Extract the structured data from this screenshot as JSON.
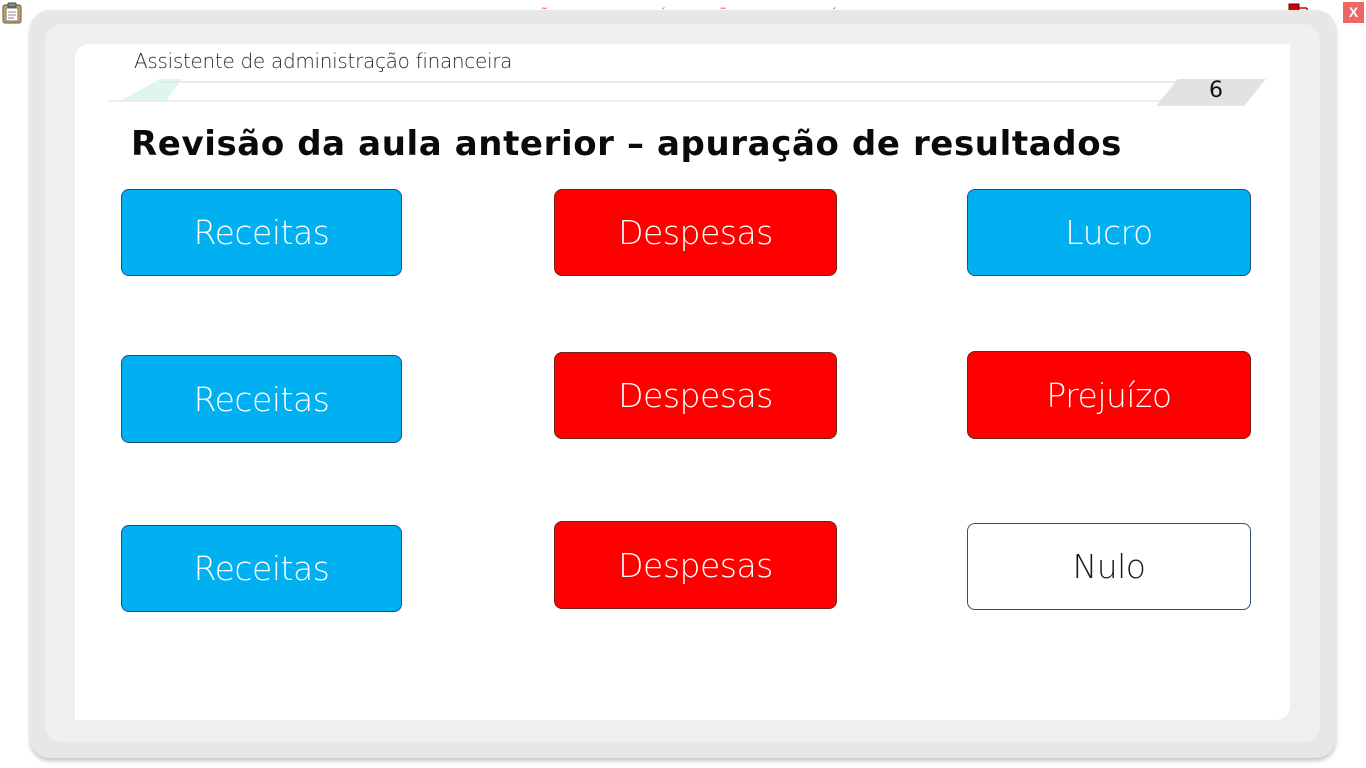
{
  "toolbar": {
    "watermark": "VERSÃO PARA FUNCIONÁRIOS - NÃO COMERCIALIZÁVEL",
    "close_label": "X"
  },
  "header": {
    "title": "Assistente de administração financeira",
    "page_number": "6"
  },
  "slide": {
    "title": "Revisão da aula anterior – apuração de resultados"
  },
  "rows": [
    {
      "left": "Receitas",
      "middle": "Despesas",
      "right": "Lucro"
    },
    {
      "left": "Receitas",
      "middle": "Despesas",
      "right": "Prejuízo"
    },
    {
      "left": "Receitas",
      "middle": "Despesas",
      "right": "Nulo"
    }
  ],
  "colors": {
    "blue": "#00b0f0",
    "red": "#ff0000",
    "white": "#ffffff"
  }
}
